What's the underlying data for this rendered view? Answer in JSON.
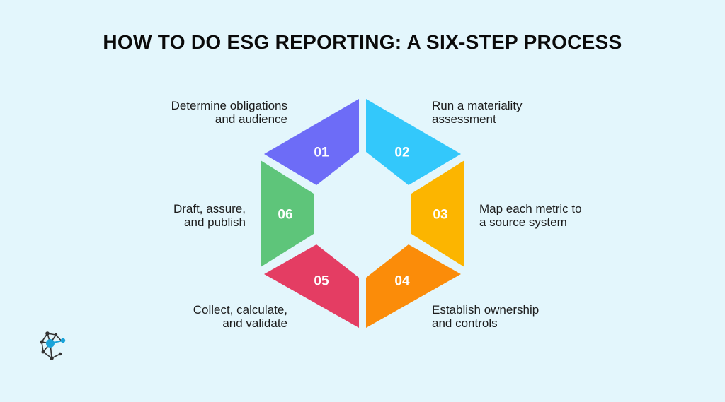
{
  "title": "HOW TO DO ESG REPORTING: A SIX-STEP PROCESS",
  "steps": [
    {
      "number": "01",
      "lines": [
        "Determine obligations",
        "and audience"
      ],
      "color": "#6d6cf7"
    },
    {
      "number": "02",
      "lines": [
        "Run a materiality",
        "assessment"
      ],
      "color": "#33c8fb"
    },
    {
      "number": "03",
      "lines": [
        "Map each metric to",
        "a source system"
      ],
      "color": "#fcb500"
    },
    {
      "number": "04",
      "lines": [
        "Establish ownership",
        "and controls"
      ],
      "color": "#fb8c09"
    },
    {
      "number": "05",
      "lines": [
        "Collect, calculate,",
        "and validate"
      ],
      "color": "#e43d63"
    },
    {
      "number": "06",
      "lines": [
        "Draft, assure,",
        "and publish"
      ],
      "color": "#5ec57a"
    }
  ],
  "logo": {
    "icon": "network-molecule-logo",
    "colors": {
      "dark": "#333333",
      "accent": "#1aa3d9"
    }
  }
}
